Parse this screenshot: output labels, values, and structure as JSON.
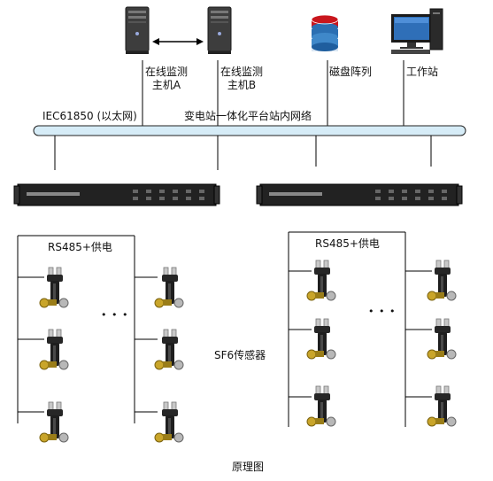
{
  "hosts": [
    {
      "name": "在线监测主机A",
      "line1": "在线监测",
      "line2": "主机A"
    },
    {
      "name": "在线监测主机B",
      "line1": "在线监测",
      "line2": "主机B"
    }
  ],
  "disk_array_label": "磁盘阵列",
  "workstation_label": "工作站",
  "network": {
    "protocol_label": "IEC61850 (以太网)",
    "platform_label": "变电站一体化平台站内网络",
    "bus_color": "#d6ecf7"
  },
  "left_group": {
    "bus_label": "RS485+供电",
    "ellipsis": "• • •"
  },
  "right_group": {
    "bus_label": "RS485+供电",
    "ellipsis": "• • •"
  },
  "sensor_label": "SF6传感器",
  "caption": "原理图",
  "icons": [
    "server-tower-icon",
    "double-arrow-icon",
    "database-icon",
    "computer-workstation-icon",
    "rack-device-icon",
    "sf6-sensor-icon"
  ]
}
